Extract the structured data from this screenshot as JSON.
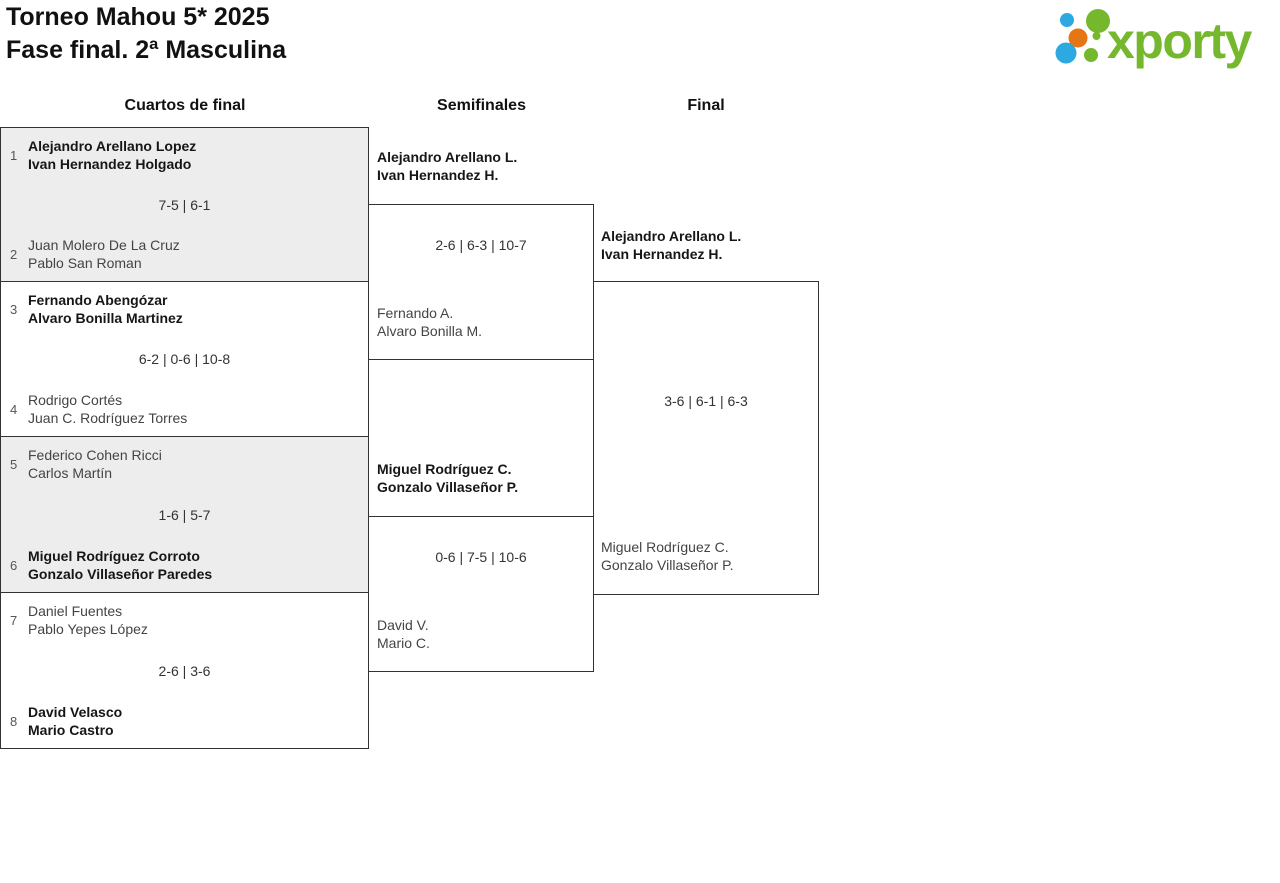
{
  "header": {
    "title": "Torneo Mahou 5* 2025",
    "subtitle": "Fase final. 2ª Masculina"
  },
  "logo": {
    "wordmark": "xporty",
    "colors": {
      "green": "#76b82d",
      "blue": "#2ba9e0",
      "orange": "#e57613"
    }
  },
  "rounds": {
    "quarterfinals_label": "Cuartos de final",
    "semifinals_label": "Semifinales",
    "final_label": "Final"
  },
  "quarterfinals": [
    {
      "team1": {
        "seed": "1",
        "player1": "Alejandro Arellano Lopez",
        "player2": "Ivan Hernandez Holgado"
      },
      "score": "7-5 | 6-1",
      "team2": {
        "seed": "2",
        "player1": "Juan Molero De La Cruz",
        "player2": "Pablo San Roman"
      },
      "winner": "team1"
    },
    {
      "team1": {
        "seed": "3",
        "player1": "Fernando Abengózar",
        "player2": "Alvaro Bonilla Martinez"
      },
      "score": "6-2 | 0-6 | 10-8",
      "team2": {
        "seed": "4",
        "player1": "Rodrigo Cortés",
        "player2": "Juan C. Rodríguez Torres"
      },
      "winner": "team1"
    },
    {
      "team1": {
        "seed": "5",
        "player1": "Federico Cohen Ricci",
        "player2": "Carlos Martín"
      },
      "score": "1-6 | 5-7",
      "team2": {
        "seed": "6",
        "player1": "Miguel Rodríguez Corroto",
        "player2": "Gonzalo Villaseñor Paredes"
      },
      "winner": "team2"
    },
    {
      "team1": {
        "seed": "7",
        "player1": "Daniel Fuentes",
        "player2": "Pablo Yepes López"
      },
      "score": "2-6 | 3-6",
      "team2": {
        "seed": "8",
        "player1": "David Velasco",
        "player2": "Mario Castro"
      },
      "winner": "team2"
    }
  ],
  "semifinals": [
    {
      "team1": {
        "player1": "Alejandro Arellano L.",
        "player2": "Ivan Hernandez H."
      },
      "score": "2-6 | 6-3 | 10-7",
      "team2": {
        "player1": "Fernando A.",
        "player2": "Alvaro Bonilla M."
      },
      "winner": "team1"
    },
    {
      "team1": {
        "player1": "Miguel Rodríguez C.",
        "player2": "Gonzalo Villaseñor P."
      },
      "score": "0-6 | 7-5 | 10-6",
      "team2": {
        "player1": "David V.",
        "player2": "Mario C."
      },
      "winner": "team1"
    }
  ],
  "final": {
    "team1": {
      "player1": "Alejandro Arellano L.",
      "player2": "Ivan Hernandez H."
    },
    "score": "3-6 | 6-1 | 6-3",
    "team2": {
      "player1": "Miguel Rodríguez C.",
      "player2": "Gonzalo Villaseñor P."
    },
    "winner": "team1"
  }
}
